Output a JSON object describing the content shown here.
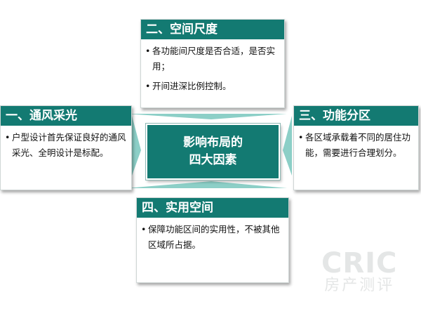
{
  "center": {
    "line1": "影响布局的",
    "line2": "四大因素"
  },
  "factors": [
    {
      "title": "二、空间尺度",
      "items": [
        "各功能间尺度是否合适，是否实用；",
        "开间进深比例控制。"
      ]
    },
    {
      "title": "一、通风采光",
      "items": [
        "户型设计首先保证良好的通风采光、全明设计是标配。"
      ]
    },
    {
      "title": "三、功能分区",
      "items": [
        "各区域承载着不同的居住功能，需要进行合理划分。"
      ]
    },
    {
      "title": "四、实用空间",
      "items": [
        "保障功能区间的实用性，不被其他区域所占据。"
      ]
    }
  ],
  "watermark": {
    "logo": "CRIC",
    "sub": "房产测评"
  },
  "colors": {
    "header_bg": "#137a72",
    "arrow_fill": "#8ccfc7",
    "text": "#111111"
  }
}
